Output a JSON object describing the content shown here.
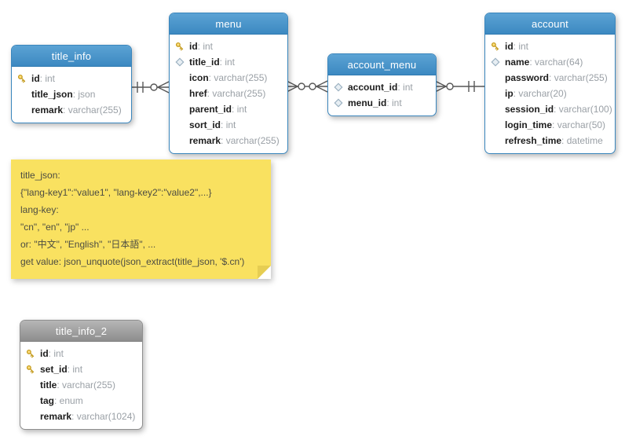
{
  "tables": [
    {
      "title": "title_info",
      "variant": "blue",
      "fields": [
        {
          "icon": "key-icon",
          "name": "id",
          "type": "int"
        },
        {
          "icon": "none",
          "name": "title_json",
          "type": "json"
        },
        {
          "icon": "none",
          "name": "remark",
          "type": "varchar(255)"
        }
      ]
    },
    {
      "title": "menu",
      "variant": "blue",
      "fields": [
        {
          "icon": "key-icon",
          "name": "id",
          "type": "int"
        },
        {
          "icon": "diamond-icon",
          "name": "title_id",
          "type": "int"
        },
        {
          "icon": "none",
          "name": "icon",
          "type": "varchar(255)"
        },
        {
          "icon": "none",
          "name": "href",
          "type": "varchar(255)"
        },
        {
          "icon": "none",
          "name": "parent_id",
          "type": "int"
        },
        {
          "icon": "none",
          "name": "sort_id",
          "type": "int"
        },
        {
          "icon": "none",
          "name": "remark",
          "type": "varchar(255)"
        }
      ]
    },
    {
      "title": "account_menu",
      "variant": "blue",
      "fields": [
        {
          "icon": "diamond-icon",
          "name": "account_id",
          "type": "int"
        },
        {
          "icon": "diamond-icon",
          "name": "menu_id",
          "type": "int"
        }
      ]
    },
    {
      "title": "account",
      "variant": "blue",
      "fields": [
        {
          "icon": "key-icon",
          "name": "id",
          "type": "int"
        },
        {
          "icon": "diamond-icon",
          "name": "name",
          "type": "varchar(64)"
        },
        {
          "icon": "none",
          "name": "password",
          "type": "varchar(255)"
        },
        {
          "icon": "none",
          "name": "ip",
          "type": "varchar(20)"
        },
        {
          "icon": "none",
          "name": "session_id",
          "type": "varchar(100)"
        },
        {
          "icon": "none",
          "name": "login_time",
          "type": "varchar(50)"
        },
        {
          "icon": "none",
          "name": "refresh_time",
          "type": "datetime"
        }
      ]
    },
    {
      "title": "title_info_2",
      "variant": "gray",
      "fields": [
        {
          "icon": "key-icon",
          "name": "id",
          "type": "int"
        },
        {
          "icon": "key-icon",
          "name": "set_id",
          "type": "int"
        },
        {
          "icon": "none",
          "name": "title",
          "type": "varchar(255)"
        },
        {
          "icon": "none",
          "name": "tag",
          "type": "enum"
        },
        {
          "icon": "none",
          "name": "remark",
          "type": "varchar(1024)"
        }
      ]
    }
  ],
  "note": {
    "lines": [
      "title_json:",
      "{\"lang-key1\":\"value1\", \"lang-key2\":\"value2\",...}",
      "lang-key:",
      "\"cn\", \"en\", \"jp\" ...",
      "or: \"中文\", \"English\", \"日本語\", ...",
      "get value: json_unquote(json_extract(title_json, '$.cn')"
    ]
  },
  "relationships": [
    {
      "from": "title_info",
      "to": "menu",
      "from_end": "one-exactly",
      "to_end": "zero-or-many"
    },
    {
      "from": "menu",
      "to": "account_menu",
      "from_end": "zero-or-many",
      "to_end": "zero-or-many"
    },
    {
      "from": "account_menu",
      "to": "account",
      "from_end": "zero-or-many",
      "to_end": "one-exactly"
    }
  ],
  "colors": {
    "table_header_blue": "#4190c6",
    "table_header_gray": "#9b9b9b",
    "note_yellow": "#f9e160",
    "key_icon_yellow": "#ffdf7e",
    "connector_gray": "#575757"
  }
}
